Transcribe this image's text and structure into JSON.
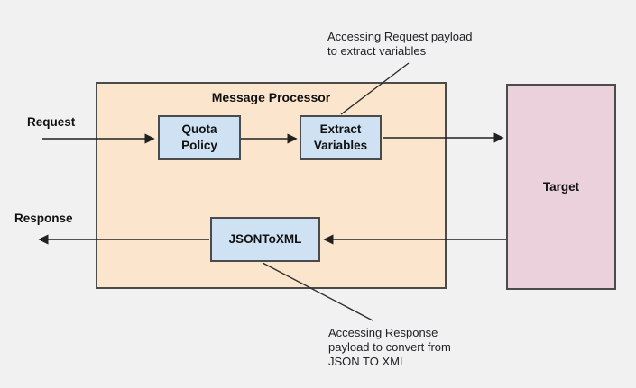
{
  "diagram": {
    "labels": {
      "request": "Request",
      "response": "Response"
    },
    "message_processor": {
      "title": "Message Processor",
      "fill": "#fce5cd"
    },
    "nodes": {
      "quota": {
        "label": "Quota\nPolicy",
        "fill": "#cfe2f3"
      },
      "extract": {
        "label": "Extract\nVariables",
        "fill": "#cfe2f3"
      },
      "jsontoxml": {
        "label": "JSONToXML",
        "fill": "#cfe2f3"
      },
      "target": {
        "label": "Target",
        "fill": "#ead1dc"
      }
    },
    "annotations": {
      "request_payload": "Accessing Request payload\nto extract variables",
      "response_payload": "Accessing Response\npayload to convert from\nJSON TO XML"
    },
    "colors": {
      "background": "#f1f1f2",
      "border": "#4b4b4b",
      "line": "#212121"
    }
  }
}
